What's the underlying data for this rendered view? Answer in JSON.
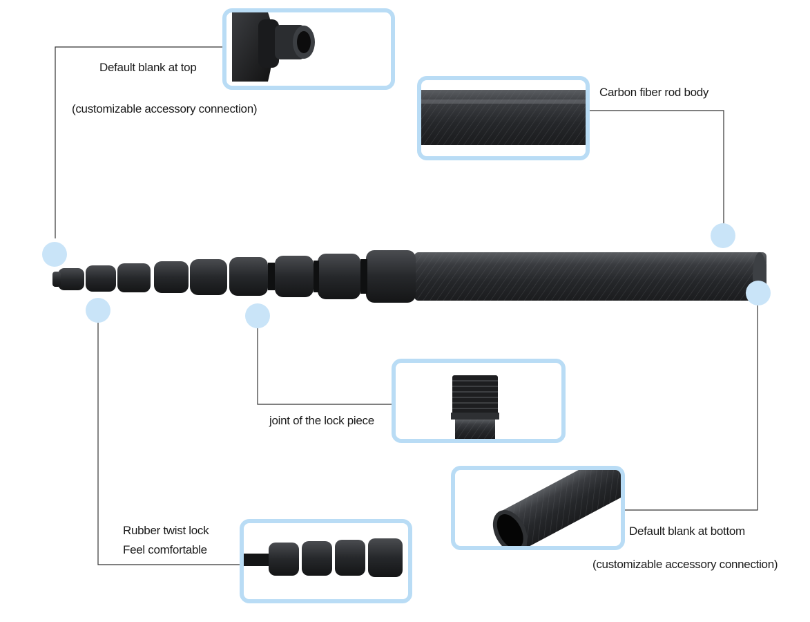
{
  "colors": {
    "accent_light_blue": "#b9dcf5",
    "dot_blue": "#c9e4f8",
    "rod_dark": "#2a2c2f",
    "line": "#333333"
  },
  "callouts": {
    "top_blank": {
      "title": "Default blank at top",
      "subtitle": "(customizable accessory connection)"
    },
    "carbon_body": {
      "title": "Carbon fiber rod body"
    },
    "lock_joint": {
      "title": "joint of the lock piece"
    },
    "bottom_blank": {
      "title": "Default blank at bottom",
      "subtitle": "(customizable accessory connection)"
    },
    "twist_lock": {
      "title": "Rubber twist lock",
      "subtitle": "Feel comfortable"
    }
  }
}
